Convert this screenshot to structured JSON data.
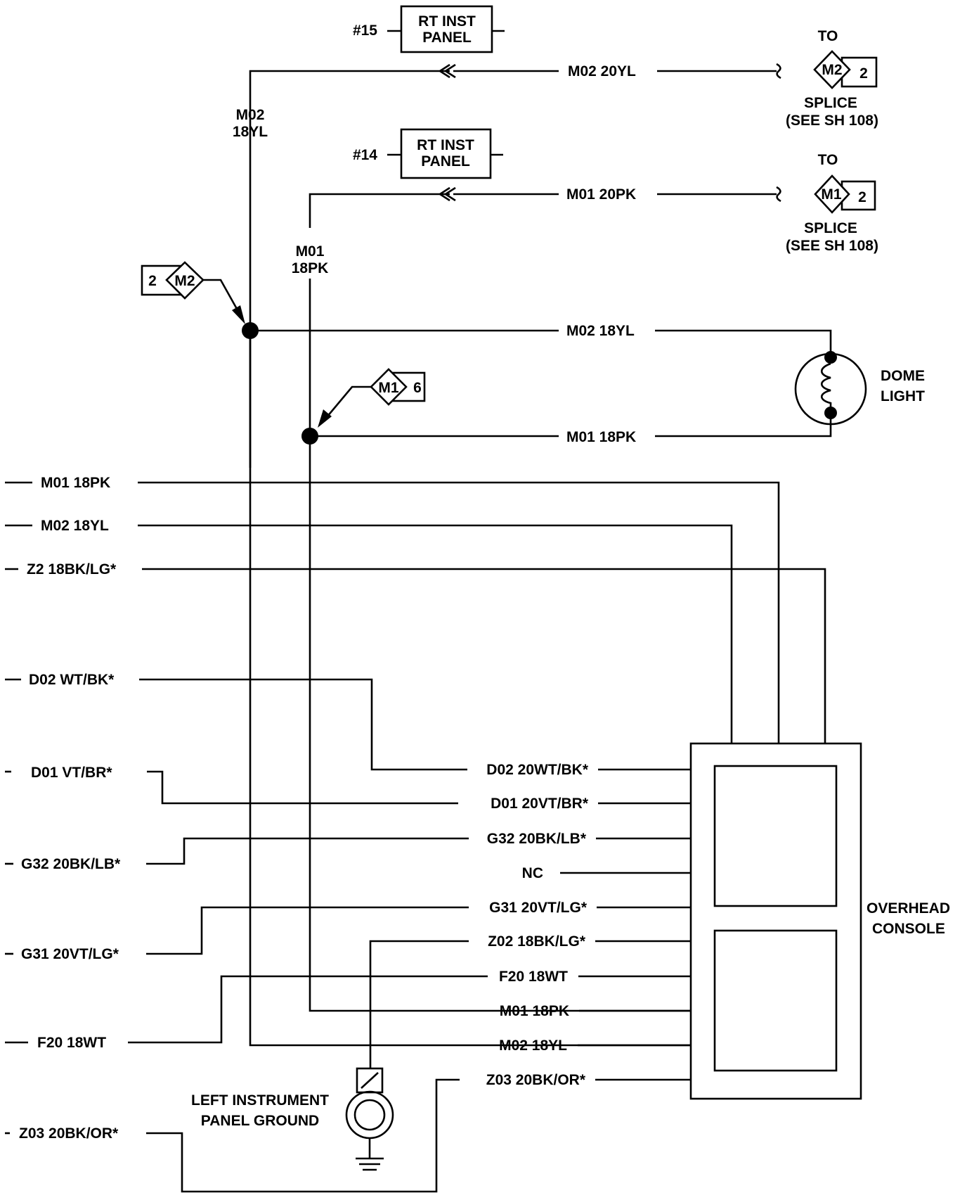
{
  "connectors": {
    "top": {
      "number": "#15",
      "label_line1": "RT INST",
      "label_line2": "PANEL"
    },
    "second": {
      "number": "#14",
      "label_line1": "RT INST",
      "label_line2": "PANEL"
    }
  },
  "splices": {
    "m2_far": {
      "to": "TO",
      "id": "M2",
      "pin": "2",
      "name": "SPLICE",
      "ref": "(SEE SH 108)"
    },
    "m1_far": {
      "to": "TO",
      "id": "M1",
      "pin": "2",
      "name": "SPLICE",
      "ref": "(SEE SH 108)"
    },
    "m2_local": {
      "id": "M2",
      "pin": "2"
    },
    "m1_local": {
      "id": "M1",
      "pin": "6"
    }
  },
  "wires": {
    "m02_20yl": "M02 20YL",
    "m01_20pk": "M01 20PK",
    "m02_18yl_vert_1": "M02",
    "m02_18yl_vert_2": "18YL",
    "m01_18pk_vert_1": "M01",
    "m01_18pk_vert_2": "18PK",
    "m02_18yl_dome": "M02 18YL",
    "m01_18pk_dome": "M01 18PK"
  },
  "dome_light": {
    "line1": "DOME",
    "line2": "LIGHT"
  },
  "left_wires": [
    "M01 18PK",
    "M02 18YL",
    "Z2 18BK/LG*",
    "D02 WT/BK*",
    "D01 VT/BR*",
    "G32 20BK/LB*",
    "G31 20VT/LG*",
    "F20 18WT",
    "Z03 20BK/OR*"
  ],
  "console_wires": [
    "D02 20WT/BK*",
    "D01 20VT/BR*",
    "G32 20BK/LB*",
    "NC",
    "G31 20VT/LG*",
    "Z02 18BK/LG*",
    "F20 18WT",
    "M01 18PK",
    "M02 18YL",
    "Z03 20BK/OR*"
  ],
  "overhead_console": {
    "line1": "OVERHEAD",
    "line2": "CONSOLE"
  },
  "ground": {
    "line1": "LEFT INSTRUMENT",
    "line2": "PANEL GROUND"
  }
}
